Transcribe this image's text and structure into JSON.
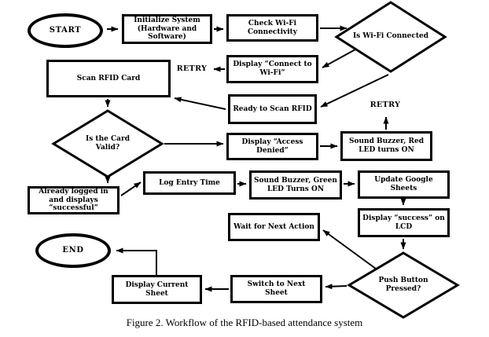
{
  "figure": {
    "caption": "Figure 2. Workflow of the RFID-based attendance system"
  },
  "nodes": {
    "start": "START",
    "initialize": "Initialize System (Hardware and Software)",
    "check_wifi": "Check Wi-Fi Connectivity",
    "is_wifi_connected": "Is Wi-Fi Connected",
    "display_connect": "Display “Connect to Wi-Fi”",
    "retry_wifi": "RETRY",
    "scan_rfid": "Scan RFID Card",
    "ready_to_scan": "Ready to Scan RFID",
    "is_card_valid": "Is the Card Valid?",
    "display_access_denied": "Display “Access Denied”",
    "sound_buzzer_red": "Sound Buzzer, Red LED turns ON",
    "retry_card": "RETRY",
    "already_logged": "Already logged in and displays “successful”",
    "log_entry": "Log Entry Time",
    "sound_buzzer_green": "Sound Buzzer, Green LED Turns ON",
    "update_sheets": "Update Google Sheets",
    "display_success": "Display “success” on LCD",
    "wait_next": "Wait for Next Action",
    "push_button": "Push Button Pressed?",
    "switch_sheet": "Switch to Next Sheet",
    "display_current": "Display Current Sheet",
    "end": "END"
  },
  "colors": {
    "stroke": "#000000",
    "background": "#ffffff"
  }
}
